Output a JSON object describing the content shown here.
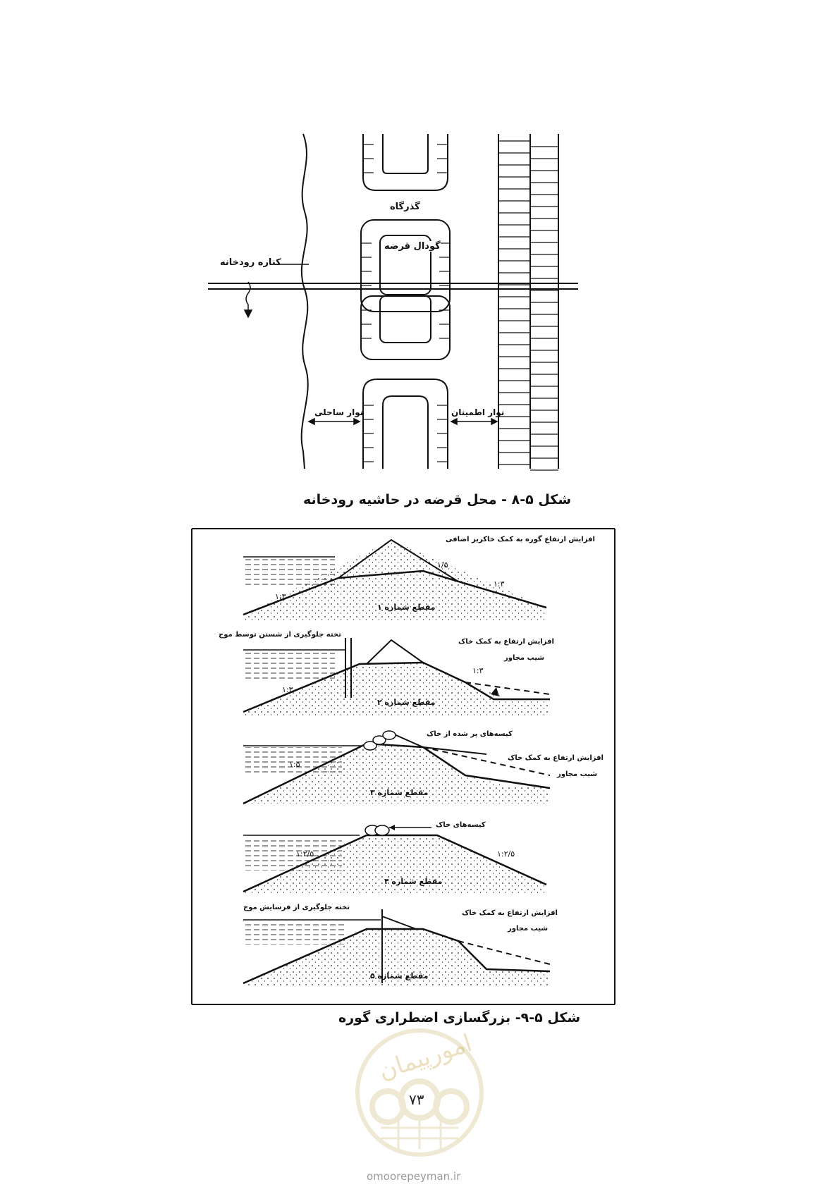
{
  "figure1": {
    "caption": "شکل ۵-۸ - محل قرضه در حاشیه رودخانه",
    "labels": {
      "crossing": "گذرگاه",
      "borrow_pit": "گودال قرضه",
      "river_bank": "کناره رودخانه",
      "coastal_strip": "نوار ساحلی",
      "safety_strip": "نوار اطمینان"
    }
  },
  "figure2": {
    "caption": "شکل ۵-۹- بزرگسازی اضطراری گوره",
    "sections": [
      {
        "title": "مقطع شماره ۱",
        "notes": [
          "افزایش ارتفاع گوره به کمک خاکریز اضافی"
        ],
        "slopes": [
          "۱/۵",
          "۱:۳",
          "۱:۳"
        ]
      },
      {
        "title": "مقطع شماره ۲",
        "notes": [
          "تخته جلوگیری از شستن توسط موج",
          "افزایش ارتفاع به کمک خاک",
          "شیب مجاور"
        ],
        "slopes": [
          "۱:۳",
          "۱:۳"
        ]
      },
      {
        "title": "مقطع شماره ۳",
        "notes": [
          "کیسه‌های پر شده از خاک",
          "افزایش ارتفاع به کمک خاک",
          "شیب مجاور"
        ],
        "slopes": [
          "۱:۵"
        ]
      },
      {
        "title": "مقطع شماره ۴",
        "notes": [
          "کیسه‌های خاک"
        ],
        "slopes": [
          "۱:۲/۵",
          "۱:۲/۵"
        ]
      },
      {
        "title": "مقطع شماره ۵",
        "notes": [
          "تخته جلوگیری از فرسایش موج",
          "افزایش ارتفاع به کمک خاک",
          "شیب مجاور"
        ],
        "slopes": []
      }
    ]
  },
  "watermark": {
    "text": "امورپیمان"
  },
  "page_number": "۷۳",
  "footer": "omoorepeyman.ir"
}
